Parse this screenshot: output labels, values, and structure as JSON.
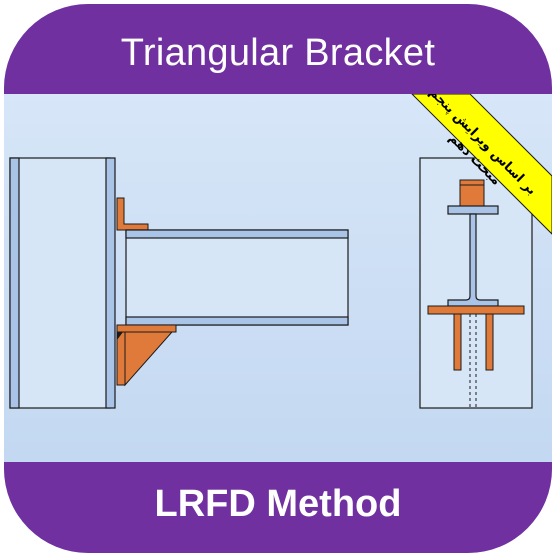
{
  "header": {
    "title": "Triangular Bracket"
  },
  "footer": {
    "title": "LRFD Method"
  },
  "ribbon": {
    "line1": "بر اساس ویرایش پنجم",
    "line2": "مبحث دهم"
  },
  "colors": {
    "band": "#7030a0",
    "background": "#cfe1f6",
    "steel": "#a9c4e6",
    "plate": "#e07a3a",
    "ribbon": "#ffff00"
  }
}
